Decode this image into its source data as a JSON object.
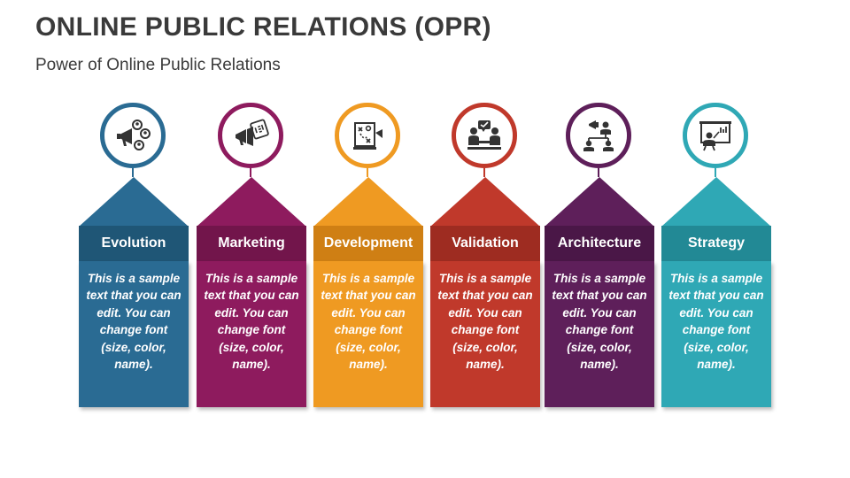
{
  "header": {
    "title": "ONLINE PUBLIC RELATIONS (OPR)",
    "subtitle": "Power of Online Public Relations"
  },
  "items": [
    {
      "label": "Evolution",
      "text": "This is a sample text that you can edit. You can change font (size, color, name).",
      "icon": "megaphone-people-icon",
      "color": "#2a6b93",
      "dark": "#1f5676"
    },
    {
      "label": "Marketing",
      "text": "This is a sample text that you can edit. You can change font (size, color, name).",
      "icon": "megaphone-sale-icon",
      "color": "#8e1b5e",
      "dark": "#72154b"
    },
    {
      "label": "Development",
      "text": "This is a sample text that you can edit. You can change font (size, color, name).",
      "icon": "strategy-board-icon",
      "color": "#ef9a22",
      "dark": "#cf7f14"
    },
    {
      "label": "Validation",
      "text": "This is a sample text that you can edit. You can change font (size, color, name).",
      "icon": "meeting-people-icon",
      "color": "#c0392b",
      "dark": "#9e2c21"
    },
    {
      "label": "Architecture",
      "text": "This is a sample text that you can edit. You can change font (size, color, name).",
      "icon": "hierarchy-icon",
      "color": "#5e1f5a",
      "dark": "#4a1747"
    },
    {
      "label": "Strategy",
      "text": "This is a sample text that you can edit. You can change font (size, color, name).",
      "icon": "presentation-board-icon",
      "color": "#2fa8b5",
      "dark": "#228995"
    }
  ]
}
